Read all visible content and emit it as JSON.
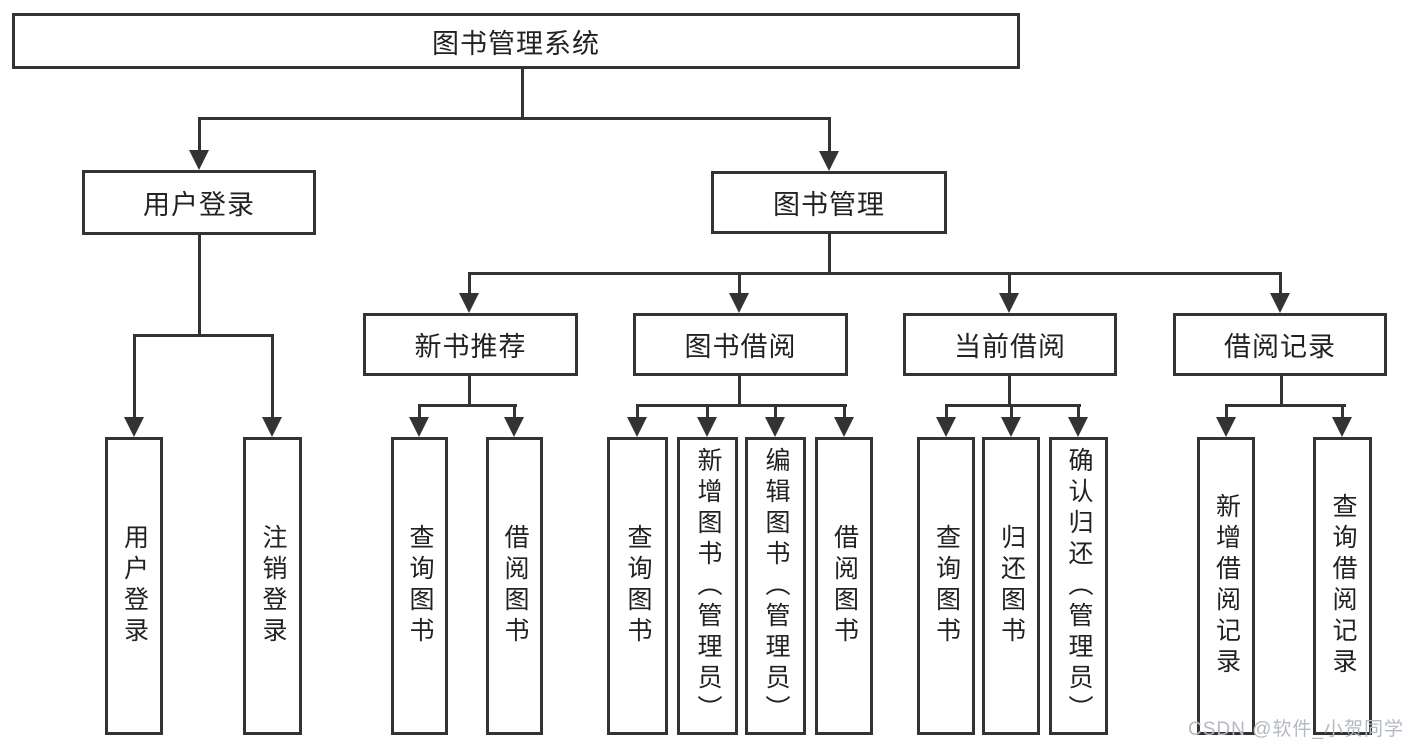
{
  "tree": {
    "label": "图书管理系统",
    "children": [
      {
        "label": "用户登录",
        "children": [
          {
            "label": "用户登录"
          },
          {
            "label": "注销登录"
          }
        ]
      },
      {
        "label": "图书管理",
        "children": [
          {
            "label": "新书推荐",
            "children": [
              {
                "label": "查询图书"
              },
              {
                "label": "借阅图书"
              }
            ]
          },
          {
            "label": "图书借阅",
            "children": [
              {
                "label": "查询图书"
              },
              {
                "label": "新增图书（管理员）"
              },
              {
                "label": "编辑图书（管理员）"
              },
              {
                "label": "借阅图书"
              }
            ]
          },
          {
            "label": "当前借阅",
            "children": [
              {
                "label": "查询图书"
              },
              {
                "label": "归还图书"
              },
              {
                "label": "确认归还（管理员）"
              }
            ]
          },
          {
            "label": "借阅记录",
            "children": [
              {
                "label": "新增借阅记录"
              },
              {
                "label": "查询借阅记录"
              }
            ]
          }
        ]
      }
    ]
  },
  "watermark": {
    "text": "CSDN @软件_小贺同学"
  },
  "colors": {
    "line": "#333333",
    "box_border": "#333333",
    "text": "#222222",
    "background": "#ffffff",
    "watermark": "#b5b9c0"
  }
}
